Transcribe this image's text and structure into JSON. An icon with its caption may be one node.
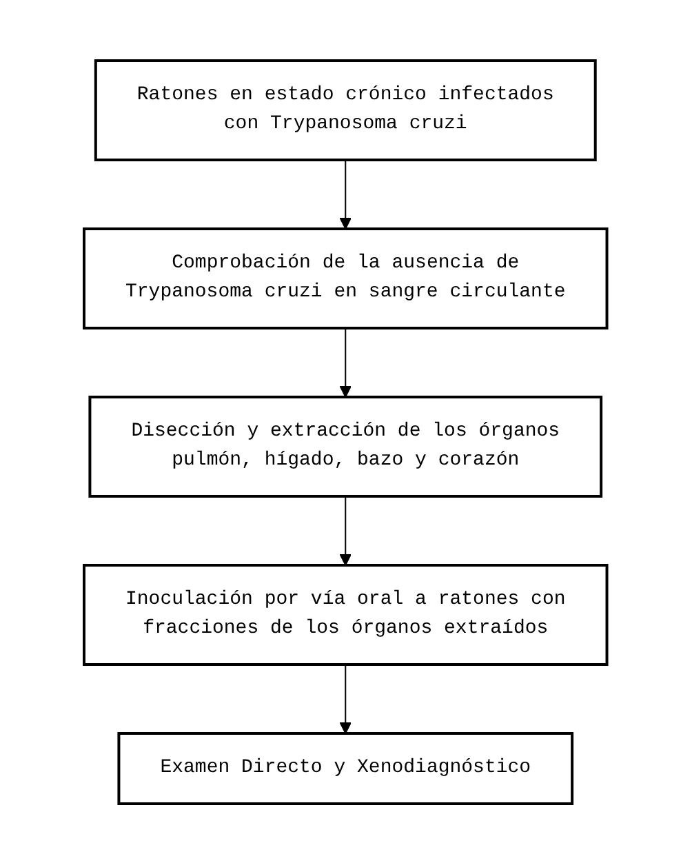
{
  "diagram": {
    "nodes": [
      {
        "text": [
          "Ratones en estado crónico infectados con Trypanosoma cruzi"
        ]
      },
      {
        "text": [
          "Comprobación de la ausencia de Trypanosoma cruzi en sangre circulante"
        ]
      },
      {
        "text": [
          "Disección y extracción de los órganos pulmón, hígado, bazo y corazón"
        ]
      },
      {
        "text": [
          "Inoculación por vía oral a ratones con fracciones de los órganos extraídos"
        ]
      },
      {
        "text": [
          "Examen Directo y Xenodiagnóstico"
        ]
      }
    ],
    "edges": [
      {
        "from": 0,
        "to": 1,
        "arrow": "to"
      },
      {
        "from": 1,
        "to": 2,
        "arrow": "to"
      },
      {
        "from": 2,
        "to": 3,
        "arrow": "to"
      },
      {
        "from": 3,
        "to": 4,
        "arrow": "to"
      }
    ]
  }
}
